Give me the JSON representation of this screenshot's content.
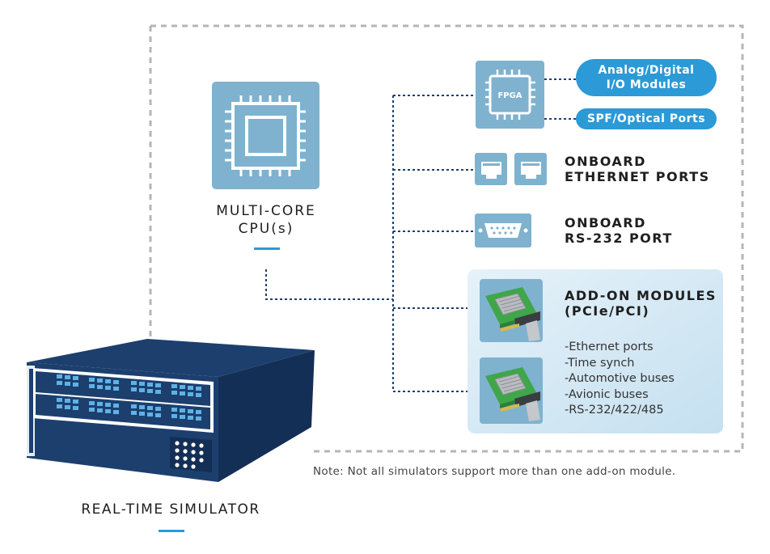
{
  "colors": {
    "navy": "#1c3f6e",
    "blue": "#2b9ad6",
    "icon_tile": "#7fb2cf",
    "panel_light": "#dcedf7",
    "dashed_border": "#b5b5b5",
    "connector": "#1c3f6e"
  },
  "cpu": {
    "label_line1": "MULTI-CORE",
    "label_line2": "CPU(s)",
    "icon": "chip-icon"
  },
  "fpga": {
    "chip_text": "FPGA",
    "icon": "fpga-chip-icon"
  },
  "pills": {
    "analog_line1": "Analog/Digital",
    "analog_line2": "I/O Modules",
    "spf": "SPF/Optical Ports"
  },
  "ethernet": {
    "label_line1": "ONBOARD",
    "label_line2": "ETHERNET PORTS",
    "icon": "ethernet-port-icon"
  },
  "rs232": {
    "label_line1": "ONBOARD",
    "label_line2": "RS-232 PORT",
    "icon": "serial-port-icon"
  },
  "addon": {
    "title_line1": "ADD-ON MODULES",
    "title_line2": "(PCIe/PCI)",
    "icon": "pcie-card-icon",
    "items": [
      "-Ethernet ports",
      "-Time synch",
      "-Automotive buses",
      "-Avionic buses",
      "-RS-232/422/485"
    ]
  },
  "simulator": {
    "label": "REAL-TIME SIMULATOR",
    "icon": "rack-server-icon"
  },
  "note": "Note: Not all simulators support more than one add-on module."
}
